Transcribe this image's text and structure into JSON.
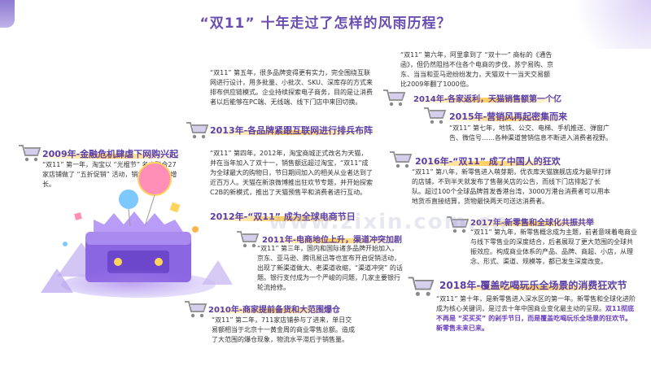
{
  "title": "“双11” 十年走过了怎样的风雨历程？",
  "watermark": "www.zixin.com.cn",
  "sections": {
    "y2009": {
      "heading": "2009年-金融危机肆虐下网购兴起",
      "text": "“双11” 第一年，淘宝以 “光棍节” 名义联合27家店铺做了 “五折促销” 活动，销售额爆炸式增长。"
    },
    "y2010": {
      "heading": "2010年-商家提前备货和大范围爆仓",
      "text": "“双11” 第二年，711家店铺参与了进来，单日交易额相当于北京十一黄金周的商业零售总额。造成了大范围的爆仓现象，物流水平滞后于销售量。"
    },
    "y2011": {
      "heading": "2011年-电商地位上升，渠道冲突加剧",
      "text": "“双11” 第三年，国内和国际诸多品牌开始加入，京东、亚马逊、腾讯易迅等也宣布开启促销活动，出现了新渠道做大、老渠道收缩，“渠道冲突” 的话题。银行支付成为一个严峻的问题，几家主要银行轮流抢修。"
    },
    "y2012": {
      "heading": "2012年-“双11” 成为全球电商节日"
    },
    "y2013": {
      "heading": "2013年-各品牌紧跟互联网进行排兵布阵",
      "text_a": "“双11” 第五年，很多品牌变得更有实力，完全围绕互联网进行设计，用多批量、小批次、SKU、深库存的方式来排布供应链模式。企业持续探索电子商务，目的是让消费者以后能够在PC端、无线端、线下门店中来回切换。",
      "text_b": "“双11” 第四年，2012年，淘宝商城正式改名为天猫，并在当年加入了双十一，销售额远超过淘宝，“双11”成为全球最大的购物日，节日期间加入的相关从业者达到了近百万人。天猫在新浪微博推出狂欢节专题，并开始探索C2B的新模式，推出了天猫预售平和消费者进行互动。"
    },
    "y2014": {
      "heading": "2014年-各家返利，天猫销售额第一个亿",
      "text": "“双11” 第六年，阿里拿到了 “双十一” 商标的《通告函》，但仍然阻挡不住各个电商的步伐，苏宁易购、京东、当当和亚马逊纷纷发力，天猫双十一当天交易额比2009年翻了1000倍。"
    },
    "y2015": {
      "heading": "2015年-营销风再起密集而来",
      "text": "“双11” 第七年，地铁、公交、电梯、手机推送、弹窗广告、微信号……各种渠道营销信息不断进入消费者视野。"
    },
    "y2016": {
      "heading": "2016年-“双11” 成了中国人的狂欢",
      "text": "“双11” 第八年，新零售进入萌芽期，优衣库天猫旗舰店成为最早打烊的店铺，不到半天就发布了售罄关店的公告，而线下门店排起了长队。超过100个全球品牌首发香港台湾，3000万港台消费者可以用本地货币直接结算，货物最快两天可送达消费者。"
    },
    "y2017": {
      "heading": "2017年-新零售和全球化共振共举",
      "text": "“双11” 第九年，新零售概念成为主题，前者意味着电商业与线下零售业的深度结合，后者展现了更大范围的全球共振效应。构成商业体系的产品、品牌、商超、小店，从理念、形式、渠道、规模等，都已发生深度改变。"
    },
    "y2018": {
      "heading": "2018年-覆盖吃喝玩乐全场景的消费狂欢节",
      "text": "“双11” 第十年，是新零售进入深水区的第一年。新零售和全球化进阶成为核心关键词，是过去十年中国商业变化最主动的呈现。",
      "em": "双11彻底不再是 “买买买” 的剁手节日，而是覆盖吃喝玩乐全场景的狂欢节。新零售未来已来。"
    }
  },
  "colors": {
    "heading": "#5a3ea6",
    "accent": "#7a4fd0",
    "highlight": "#ffbe28",
    "body_text": "#333333"
  }
}
